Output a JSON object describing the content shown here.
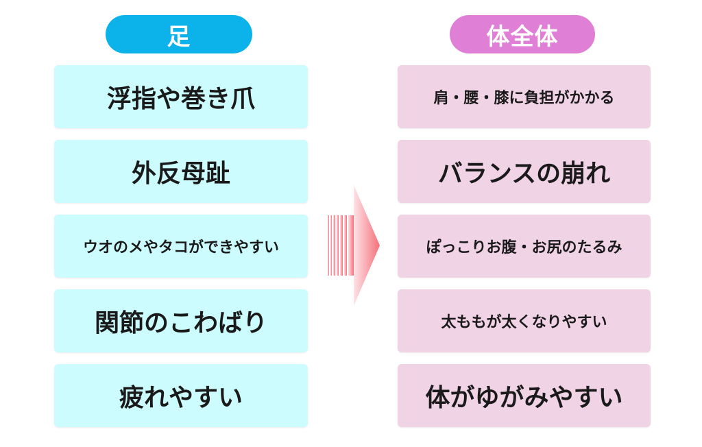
{
  "left": {
    "header": "足",
    "items": [
      "浮指や巻き爪",
      "外反母趾",
      "ウオのメやタコができやすい",
      "関節のこわばり",
      "疲れやすい"
    ]
  },
  "right": {
    "header": "体全体",
    "items": [
      "肩・腰・膝に負担がかかる",
      "バランスの崩れ",
      "ぽっこりお腹・お尻のたるみ",
      "太ももが太くなりやすい",
      "体がゆがみやすい"
    ]
  },
  "colors": {
    "left_header": "#0bb3ea",
    "right_header": "#e07fd6",
    "left_box": "#ccfcfd",
    "right_box": "#f1d3e6",
    "arrow": "#f5707a"
  }
}
